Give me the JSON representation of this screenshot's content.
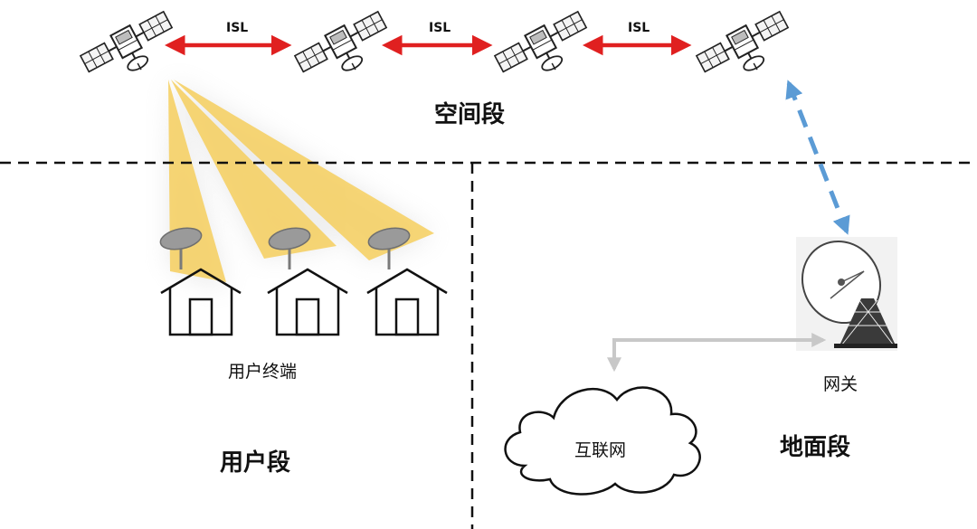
{
  "segments": {
    "space": "空间段",
    "user": "用户段",
    "ground": "地面段"
  },
  "links": {
    "isl": [
      "ISL",
      "ISL",
      "ISL"
    ]
  },
  "nodes": {
    "user_terminal": "用户终端",
    "gateway": "网关",
    "internet": "互联网"
  },
  "colors": {
    "isl_arrow": "#e02020",
    "beam": "#f6cf5e",
    "feeder_link": "#5b9bd5",
    "gateway_link": "#c8c8c8",
    "divider": "#111111"
  },
  "icons": [
    "satellite-icon",
    "house-icon",
    "dish-antenna-icon",
    "gateway-antenna-icon",
    "cloud-icon"
  ]
}
